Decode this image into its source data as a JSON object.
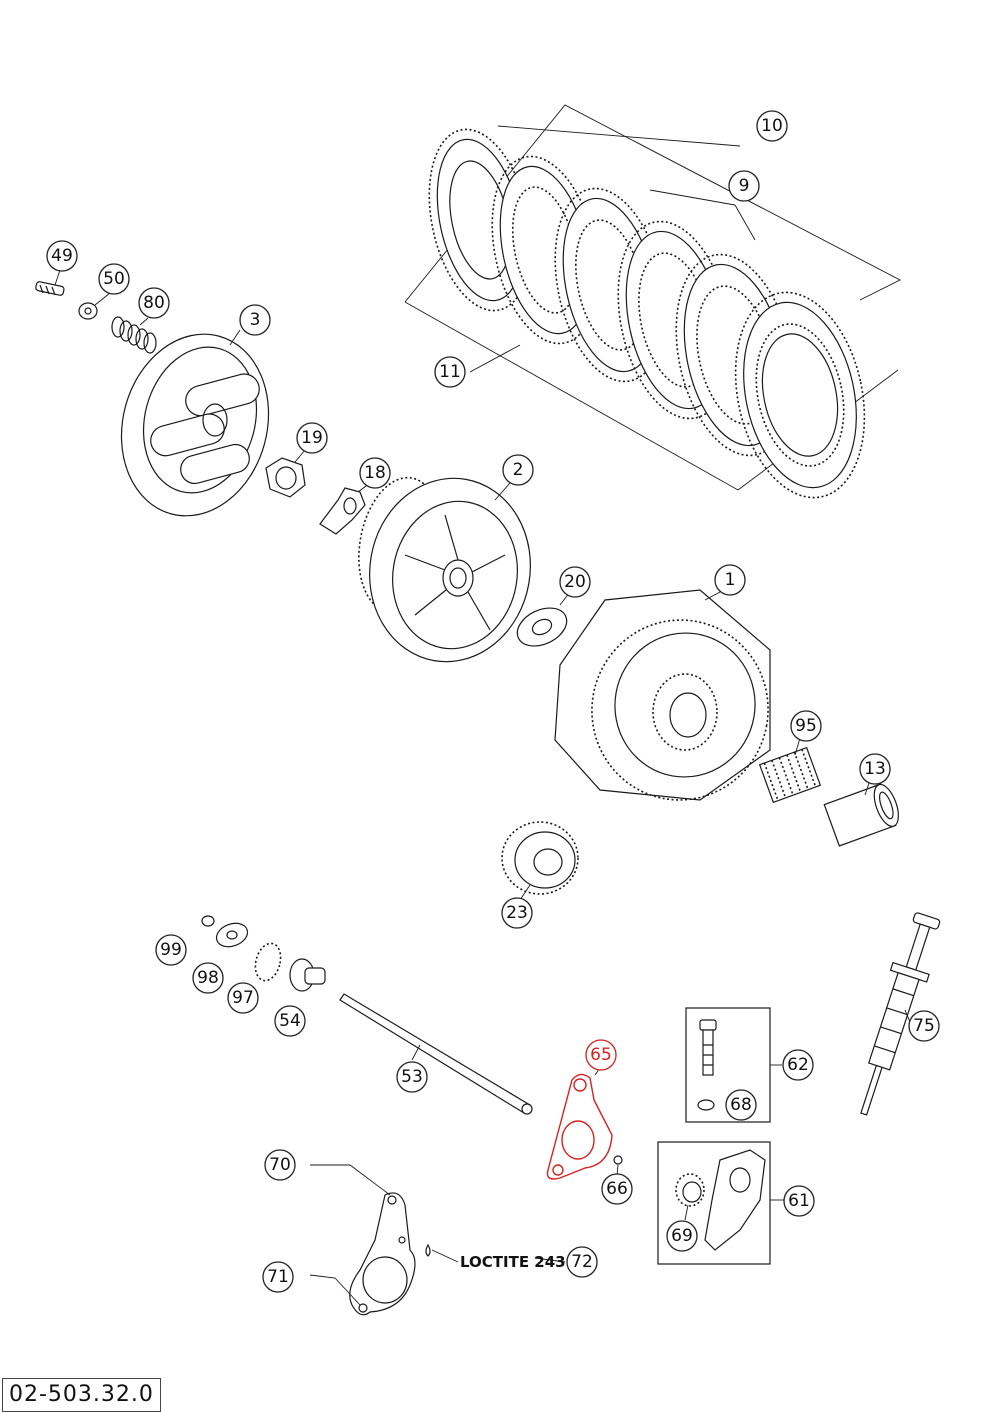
{
  "diagram": {
    "part_code": "02-503.32.0",
    "note": "LOCTITE 243",
    "highlight_color": "#d82020",
    "line_color": "#1a1a1a",
    "callouts": [
      {
        "id": "c10",
        "label": "10"
      },
      {
        "id": "c9",
        "label": "9"
      },
      {
        "id": "c11",
        "label": "11"
      },
      {
        "id": "c49",
        "label": "49"
      },
      {
        "id": "c50",
        "label": "50"
      },
      {
        "id": "c80",
        "label": "80"
      },
      {
        "id": "c3",
        "label": "3"
      },
      {
        "id": "c19",
        "label": "19"
      },
      {
        "id": "c18",
        "label": "18"
      },
      {
        "id": "c2",
        "label": "2"
      },
      {
        "id": "c20",
        "label": "20"
      },
      {
        "id": "c1",
        "label": "1"
      },
      {
        "id": "c95",
        "label": "95"
      },
      {
        "id": "c13",
        "label": "13"
      },
      {
        "id": "c23",
        "label": "23"
      },
      {
        "id": "c99",
        "label": "99"
      },
      {
        "id": "c98",
        "label": "98"
      },
      {
        "id": "c97",
        "label": "97"
      },
      {
        "id": "c54",
        "label": "54"
      },
      {
        "id": "c53",
        "label": "53"
      },
      {
        "id": "c65",
        "label": "65",
        "highlighted": true
      },
      {
        "id": "c62",
        "label": "62"
      },
      {
        "id": "c68",
        "label": "68"
      },
      {
        "id": "c75",
        "label": "75"
      },
      {
        "id": "c66",
        "label": "66"
      },
      {
        "id": "c70",
        "label": "70"
      },
      {
        "id": "c61",
        "label": "61"
      },
      {
        "id": "c69",
        "label": "69"
      },
      {
        "id": "c72",
        "label": "72"
      },
      {
        "id": "c71",
        "label": "71"
      }
    ]
  }
}
